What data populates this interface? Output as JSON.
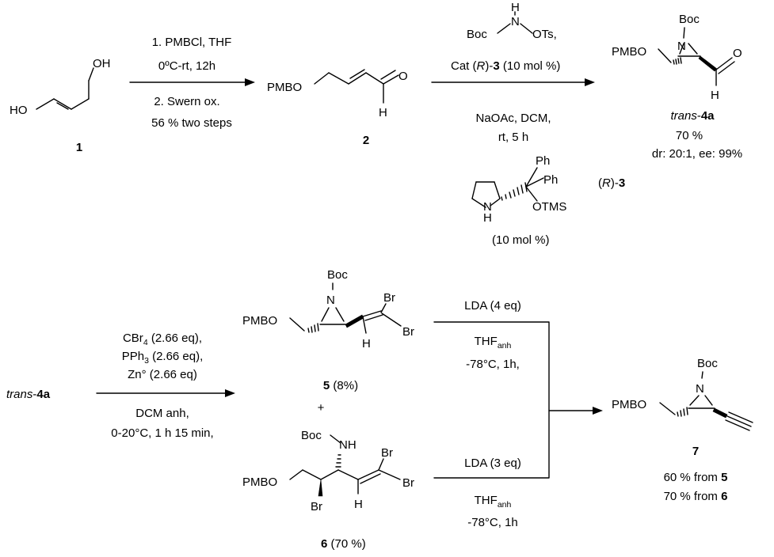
{
  "compound_1": {
    "oh_top": "OH",
    "ho_left": "HO",
    "number": "1"
  },
  "step1": {
    "above_line1": "1. PMBCl, THF",
    "above_line2": "0ºC-rt, 12h",
    "below_line1": "2. Swern ox.",
    "below_line2": "56 % two steps"
  },
  "compound_2": {
    "pmbo": "PMBO",
    "o": "O",
    "h": "H",
    "number": "2"
  },
  "step2": {
    "reagent_boc": "Boc",
    "reagent_h": "H",
    "reagent_n": "N",
    "reagent_ots": "OTs,",
    "catalyst_pre": "Cat ",
    "catalyst_open": "(",
    "catalyst_r": "R",
    "catalyst_close": ")-",
    "catalyst_num": "3",
    "catalyst_post": " (10 mol %)",
    "below_line1": "NaOAc, DCM,",
    "below_line2": "rt, 5 h"
  },
  "catalyst_3": {
    "ph1": "Ph",
    "ph2": "Ph",
    "otms": "OTMS",
    "n": "N",
    "h": "H",
    "label_open": "(",
    "label_r": "R",
    "label_close": ")-",
    "label_num": "3",
    "loading": "(10 mol %)"
  },
  "compound_4a": {
    "boc": "Boc",
    "n": "N",
    "pmbo": "PMBO",
    "o": "O",
    "h": "H",
    "label_italic": "trans",
    "label_dash": "-",
    "label_bold": "4a",
    "yield": "70 %",
    "selectivity": "dr: 20:1, ee: 99%"
  },
  "start_label": {
    "italic": "trans",
    "dash": "-",
    "bold": "4a"
  },
  "step3": {
    "above_line1_pre": "CBr",
    "above_line1_sub": "4",
    "above_line1_post": " (2.66 eq),",
    "above_line2_pre": "PPh",
    "above_line2_sub": "3",
    "above_line2_post": " (2.66 eq),",
    "above_line3": "Zn° (2.66 eq)",
    "below_line1": "DCM anh,",
    "below_line2": "0-20°C, 1 h 15 min,"
  },
  "compound_5": {
    "boc": "Boc",
    "n": "N",
    "pmbo": "PMBO",
    "br1": "Br",
    "br2": "Br",
    "h": "H",
    "number": "5",
    "yield": " (8%)"
  },
  "plus": "+",
  "compound_6": {
    "boc": "Boc",
    "nh": "NH",
    "pmbo": "PMBO",
    "br_bottom": "Br",
    "br1": "Br",
    "br2": "Br",
    "h": "H",
    "number": "6",
    "yield": "  (70 %)"
  },
  "step4": {
    "top_above": "LDA (4 eq)",
    "top_below1_pre": "THF",
    "top_below1_sub": "anh",
    "top_below2": "-78°C, 1h,",
    "bottom_above": "LDA (3 eq)",
    "bottom_below1_pre": "THF",
    "bottom_below1_sub": "anh",
    "bottom_below2": "-78°C, 1h"
  },
  "compound_7": {
    "boc": "Boc",
    "n": "N",
    "pmbo": "PMBO",
    "number": "7",
    "yield1_pre": "60 % from ",
    "yield1_bold": "5",
    "yield2_pre": "70 % from ",
    "yield2_bold": "6"
  }
}
